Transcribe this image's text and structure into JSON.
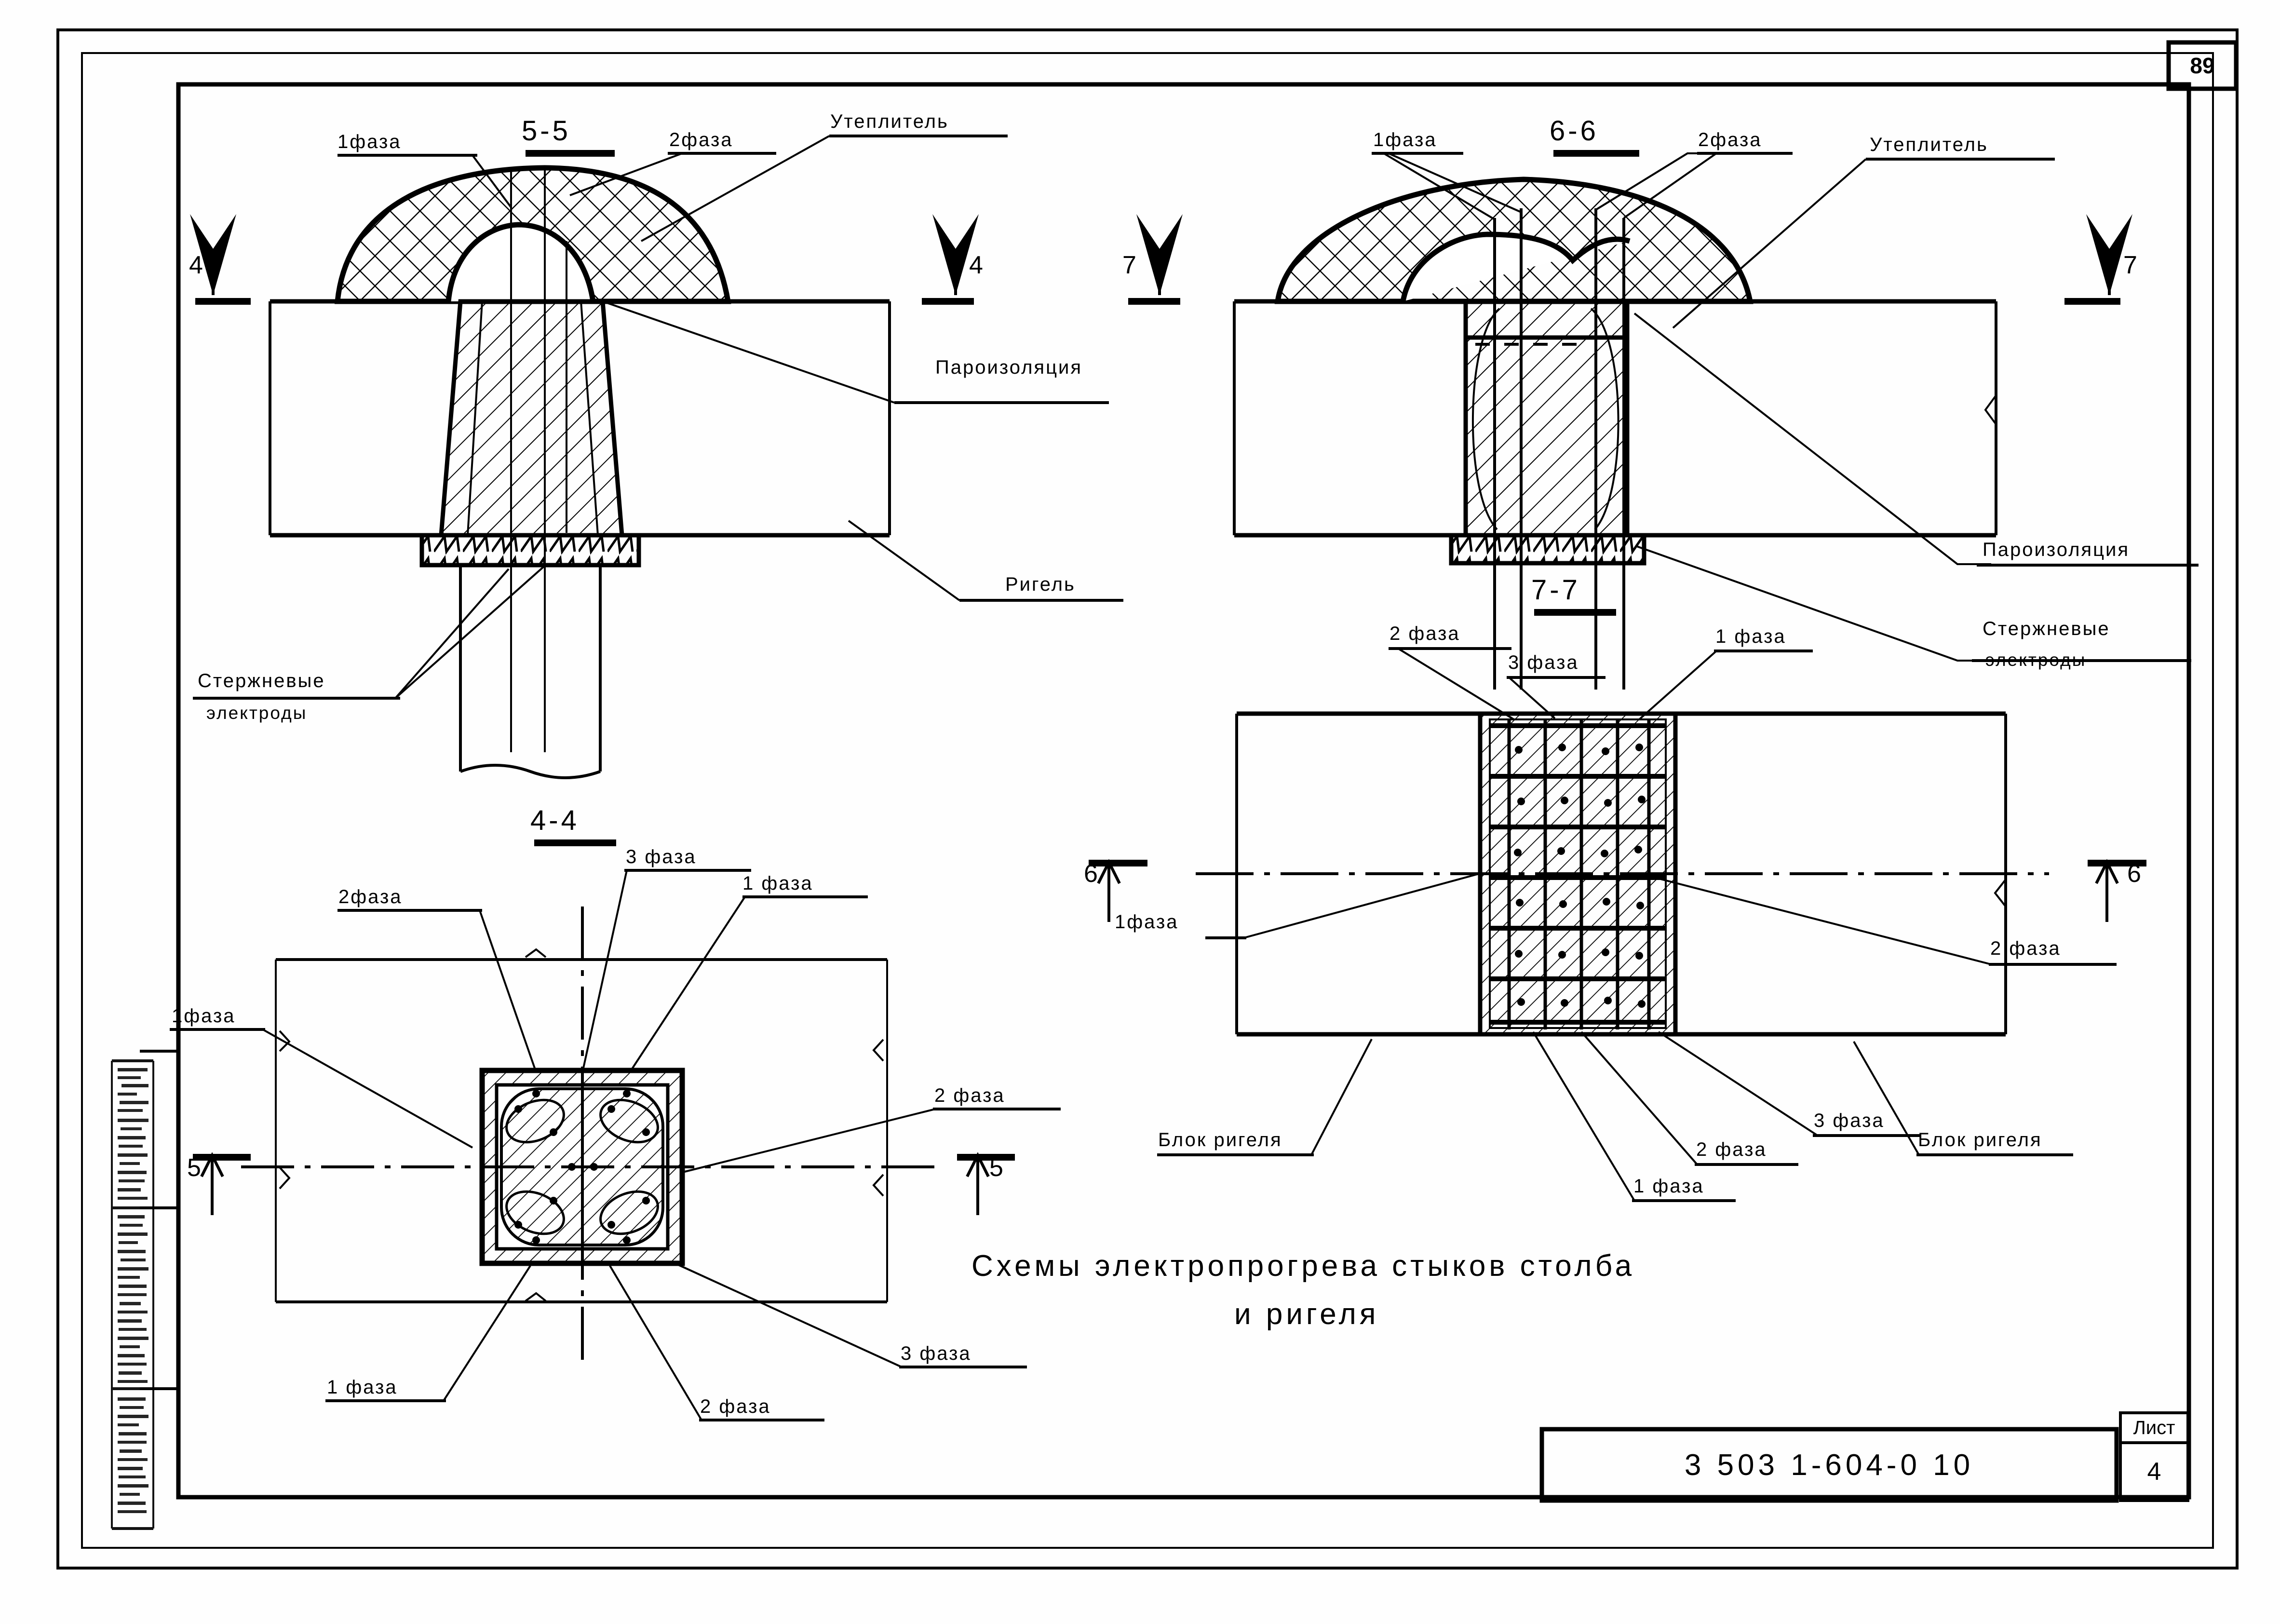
{
  "sheet": {
    "page_number": "89",
    "drawing_code": "3 503 1-604-0 10",
    "sheet_label": "Лист",
    "sheet_number": "4",
    "main_title_line1": "Схемы электропрогрева стыков столба",
    "main_title_line2": "и ригеля"
  },
  "sections": {
    "s55": {
      "title": "5-5",
      "labels": {
        "phase1": "1фаза",
        "phase2": "2фаза",
        "insulation": "Утеплитель",
        "vapor_barrier": "Пароизоляция",
        "beam": "Ригель",
        "rod_electrodes_line1": "Стержневые",
        "rod_electrodes_line2": "электроды"
      },
      "markers": {
        "left": "4",
        "right": "4"
      }
    },
    "s66": {
      "title": "6-6",
      "labels": {
        "phase1": "1фаза",
        "phase2": "2фаза",
        "insulation": "Утеплитель",
        "vapor_barrier": "Пароизоляция",
        "rod_electrodes_line1": "Стержневые",
        "rod_electrodes_line2": "электроды"
      },
      "markers": {
        "left": "7",
        "right": "7"
      }
    },
    "s44": {
      "title": "4-4",
      "labels": {
        "phase1_left": "1фаза",
        "phase2_top": "2фаза",
        "phase3_top": "3 фаза",
        "phase1_top": "1 фаза",
        "phase2_right": "2 фаза",
        "phase1_bottom": "1 фаза",
        "phase2_bottom": "2 фаза",
        "phase3_bottom": "3 фаза"
      },
      "markers": {
        "left": "5",
        "right": "5"
      }
    },
    "s77": {
      "title": "7-7",
      "labels": {
        "phase2_top": "2 фаза",
        "phase3_top": "3 фаза",
        "phase1_top": "1 фаза",
        "phase1_left": "1фаза",
        "phase2_right": "2 фаза",
        "phase1_bottom": "1 фаза",
        "phase2_bottom": "2 фаза",
        "phase3_bottom": "3 фаза",
        "beam_block_left": "Блок ригеля",
        "beam_block_right": "Блок ригеля"
      },
      "markers": {
        "left": "6",
        "right": "6"
      }
    }
  }
}
